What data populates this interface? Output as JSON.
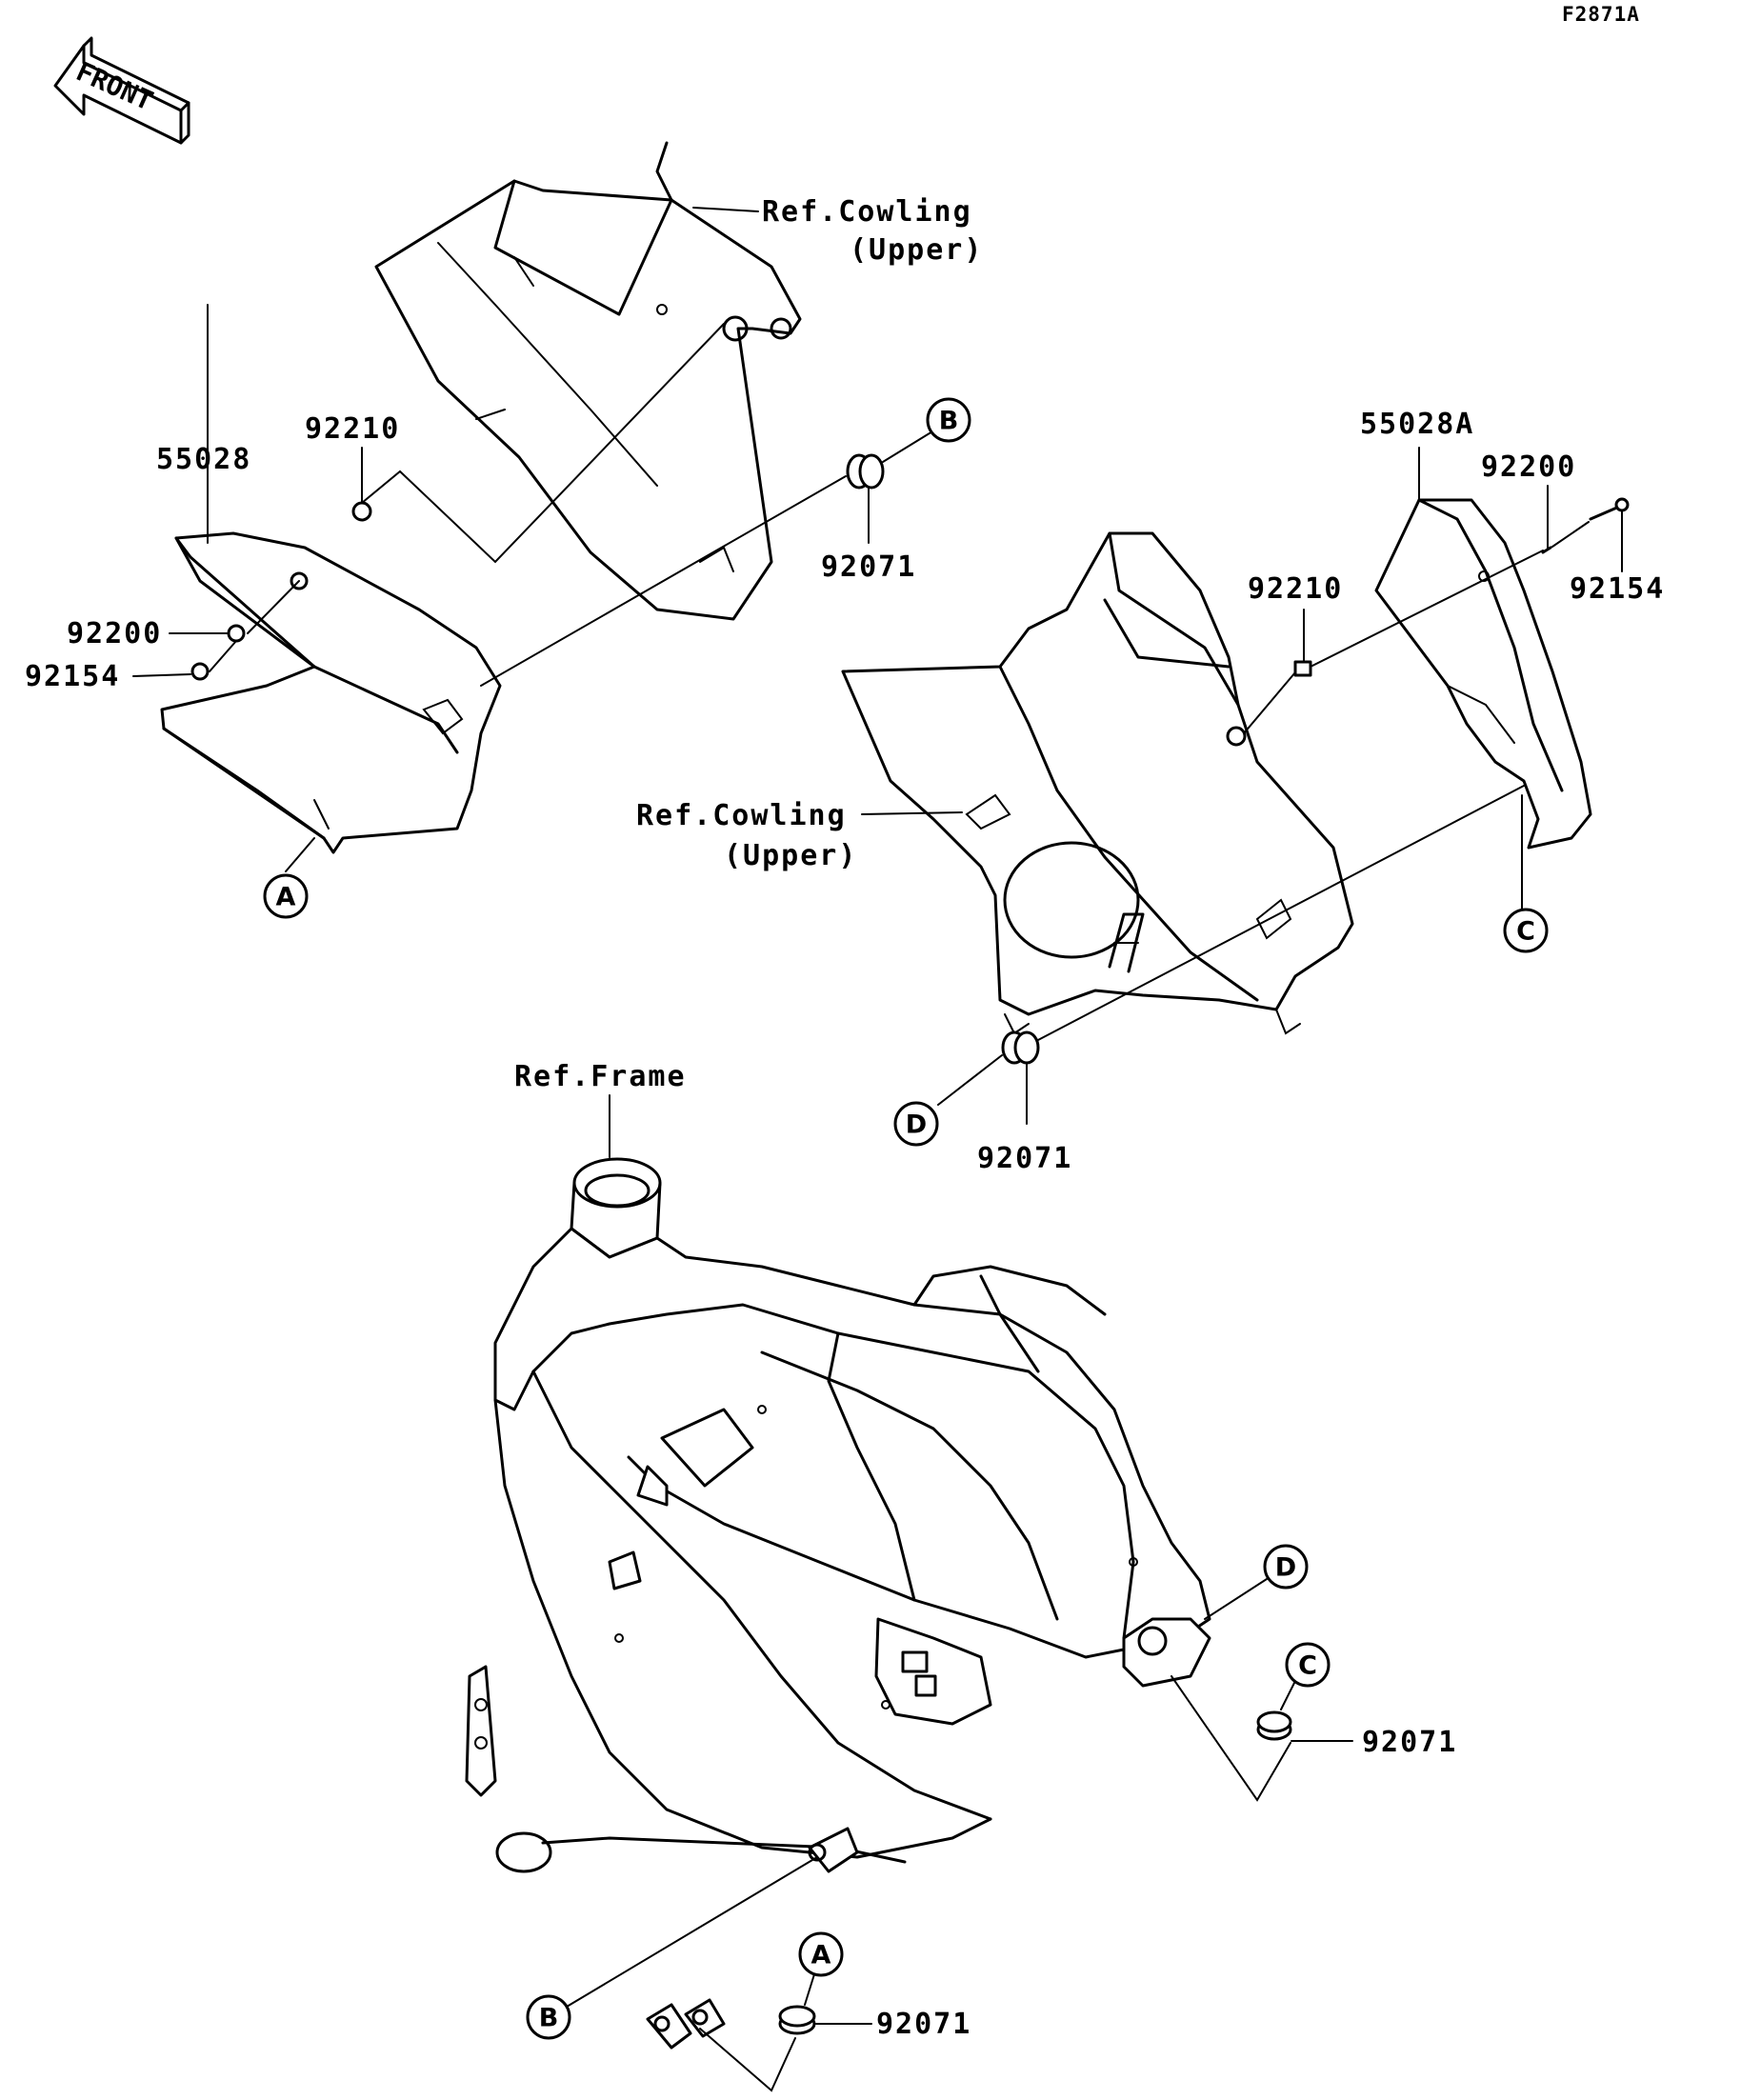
{
  "figure_code": "F2871A",
  "front_label": "FRONT",
  "ref_labels": {
    "cowling_upper_left_line1": "Ref.Cowling",
    "cowling_upper_left_line2": "(Upper)",
    "cowling_upper_right_line1": "Ref.Cowling",
    "cowling_upper_right_line2": "(Upper)",
    "frame": "Ref.Frame"
  },
  "parts": {
    "left_cover": "55028",
    "right_cover": "55028A",
    "left_92210": "92210",
    "left_92200": "92200",
    "left_92154": "92154",
    "left_92071": "92071",
    "right_92210": "92210",
    "right_92200": "92200",
    "right_92154": "92154",
    "right_92071": "92071",
    "frame_92071_c": "92071",
    "frame_92071_a": "92071"
  },
  "callouts": {
    "a_left": "A",
    "b_top": "B",
    "c_right": "C",
    "d_mid": "D",
    "d_frame": "D",
    "c_frame": "C",
    "a_frame": "A",
    "b_frame": "B"
  }
}
